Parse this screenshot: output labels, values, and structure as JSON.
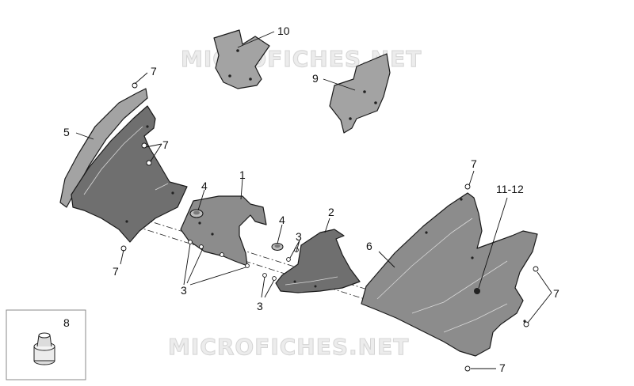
{
  "watermark": {
    "text": "MICROFICHES.NET"
  },
  "callouts": {
    "c1": "1",
    "c2": "2",
    "c3a": "3",
    "c3b": "3",
    "c3c": "3",
    "c4a": "4",
    "c4b": "4",
    "c5": "5",
    "c6": "6",
    "c7a": "7",
    "c7b": "7",
    "c7c": "7",
    "c7d": "7",
    "c7e": "7",
    "c7f": "7",
    "c8": "8",
    "c9": "9",
    "c10": "10",
    "c1112": "11-12"
  }
}
